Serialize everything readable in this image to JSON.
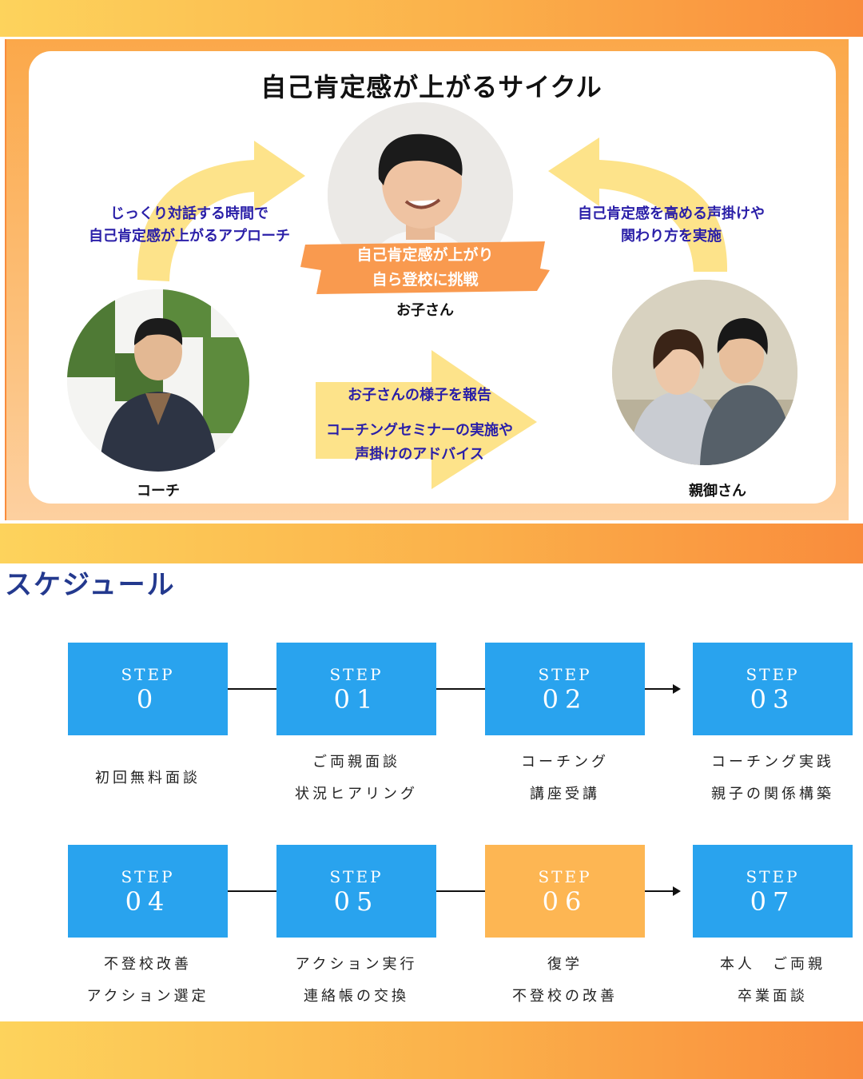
{
  "cycle": {
    "title": "自己肯定感が上がるサイクル",
    "child": {
      "banner_line1": "自己肯定感が上がり",
      "banner_line2": "自ら登校に挑戦",
      "label": "お子さん"
    },
    "coach": {
      "label": "コーチ"
    },
    "parents": {
      "label": "親御さん"
    },
    "coach_to_child": {
      "line1": "じっくり対話する時間で",
      "line2": "自己肯定感が上がるアプローチ"
    },
    "parents_to_child": {
      "line1": "自己肯定感を高める声掛けや",
      "line2": "関わり方を実施"
    },
    "coach_to_parents": {
      "line1": "お子さんの様子を報告",
      "line2": "コーチングセミナーの実施や",
      "line3": "声掛けのアドバイス"
    },
    "colors": {
      "arrow": "#fde38a",
      "banner": "#f99a4f",
      "message": "#2a1fa8"
    }
  },
  "schedule": {
    "title": "スケジュール",
    "step_word": "STEP",
    "steps": [
      {
        "num": "0",
        "line1": "初回無料面談",
        "line2": ""
      },
      {
        "num": "01",
        "line1": "ご両親面談",
        "line2": "状況ヒアリング"
      },
      {
        "num": "02",
        "line1": "コーチング",
        "line2": "講座受講"
      },
      {
        "num": "03",
        "line1": "コーチング実践",
        "line2": "親子の関係構築"
      },
      {
        "num": "04",
        "line1": "不登校改善",
        "line2": "アクション選定"
      },
      {
        "num": "05",
        "line1": "アクション実行",
        "line2": "連絡帳の交換"
      },
      {
        "num": "06",
        "line1": "復学",
        "line2": "不登校の改善"
      },
      {
        "num": "07",
        "line1": "本人　ご両親",
        "line2": "卒業面談"
      }
    ],
    "colors": {
      "step": "#29a3ee",
      "highlight": "#fdb653",
      "title": "#23398e"
    }
  }
}
